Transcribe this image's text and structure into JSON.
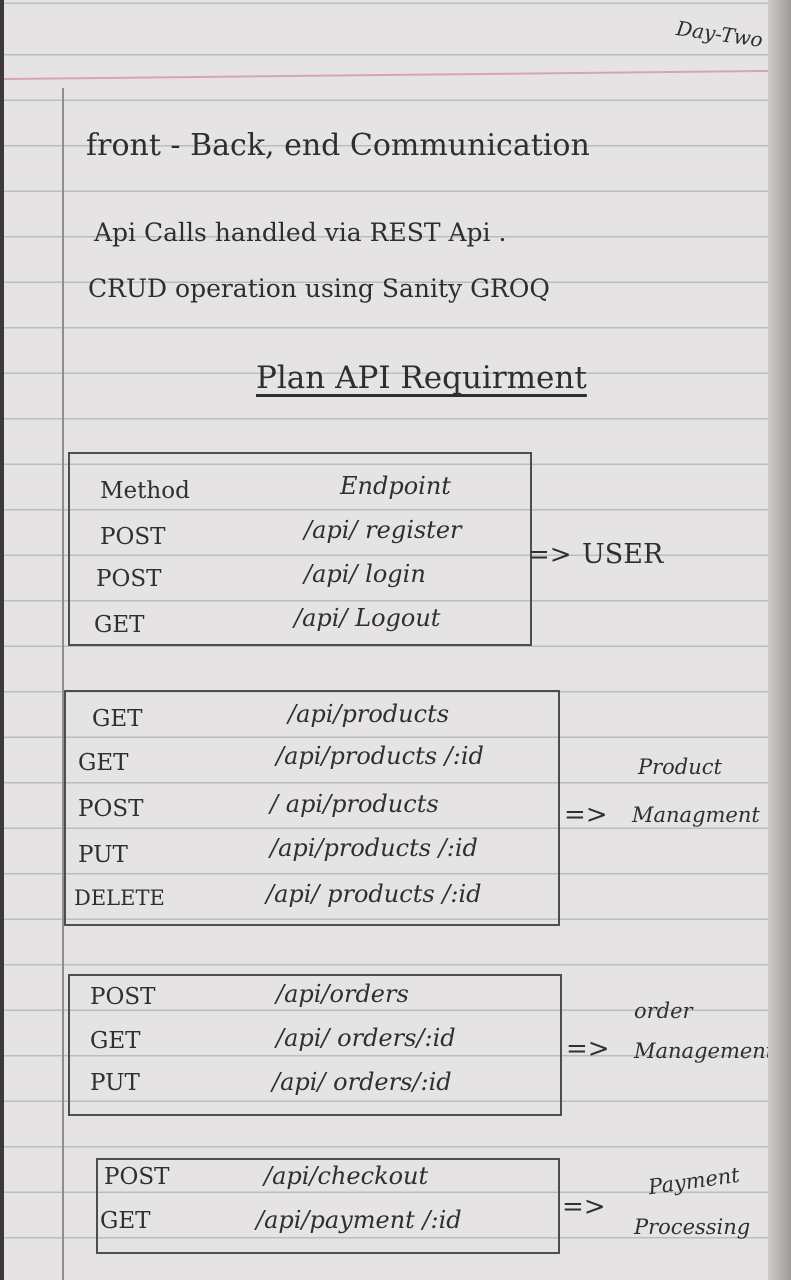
{
  "header": {
    "day_label": "Day-Two"
  },
  "title": "front - Back, end Communication",
  "notes": [
    "Api Calls handled via REST Api .",
    "CRUD operation using Sanity GROQ"
  ],
  "section_heading": "Plan API Requirment",
  "table_headers": {
    "method": "Method",
    "endpoint": "Endpoint"
  },
  "groups": [
    {
      "arrow": "=>",
      "label_lines": [
        "USER"
      ],
      "rows": [
        {
          "method": "POST",
          "endpoint": "/api/ register"
        },
        {
          "method": "POST",
          "endpoint": "/api/ login"
        },
        {
          "method": "GET",
          "endpoint": "/api/ Logout"
        }
      ]
    },
    {
      "arrow": "=>",
      "label_lines": [
        "Product",
        "Managment"
      ],
      "rows": [
        {
          "method": "GET",
          "endpoint": "/api/products"
        },
        {
          "method": "GET",
          "endpoint": "/api/products /:id"
        },
        {
          "method": "POST",
          "endpoint": "/ api/products"
        },
        {
          "method": "PUT",
          "endpoint": "/api/products /:id"
        },
        {
          "method": "DELETE",
          "endpoint": "/api/ products /:id"
        }
      ]
    },
    {
      "arrow": "=>",
      "label_lines": [
        "order",
        "Management"
      ],
      "rows": [
        {
          "method": "POST",
          "endpoint": "/api/orders"
        },
        {
          "method": "GET",
          "endpoint": "/api/ orders/:id"
        },
        {
          "method": "PUT",
          "endpoint": "/api/ orders/:id"
        }
      ]
    },
    {
      "arrow": "=>",
      "label_lines": [
        "Payment",
        "Processing"
      ],
      "rows": [
        {
          "method": "POST",
          "endpoint": "/api/checkout"
        },
        {
          "method": "GET",
          "endpoint": "/api/payment /:id"
        }
      ]
    }
  ]
}
